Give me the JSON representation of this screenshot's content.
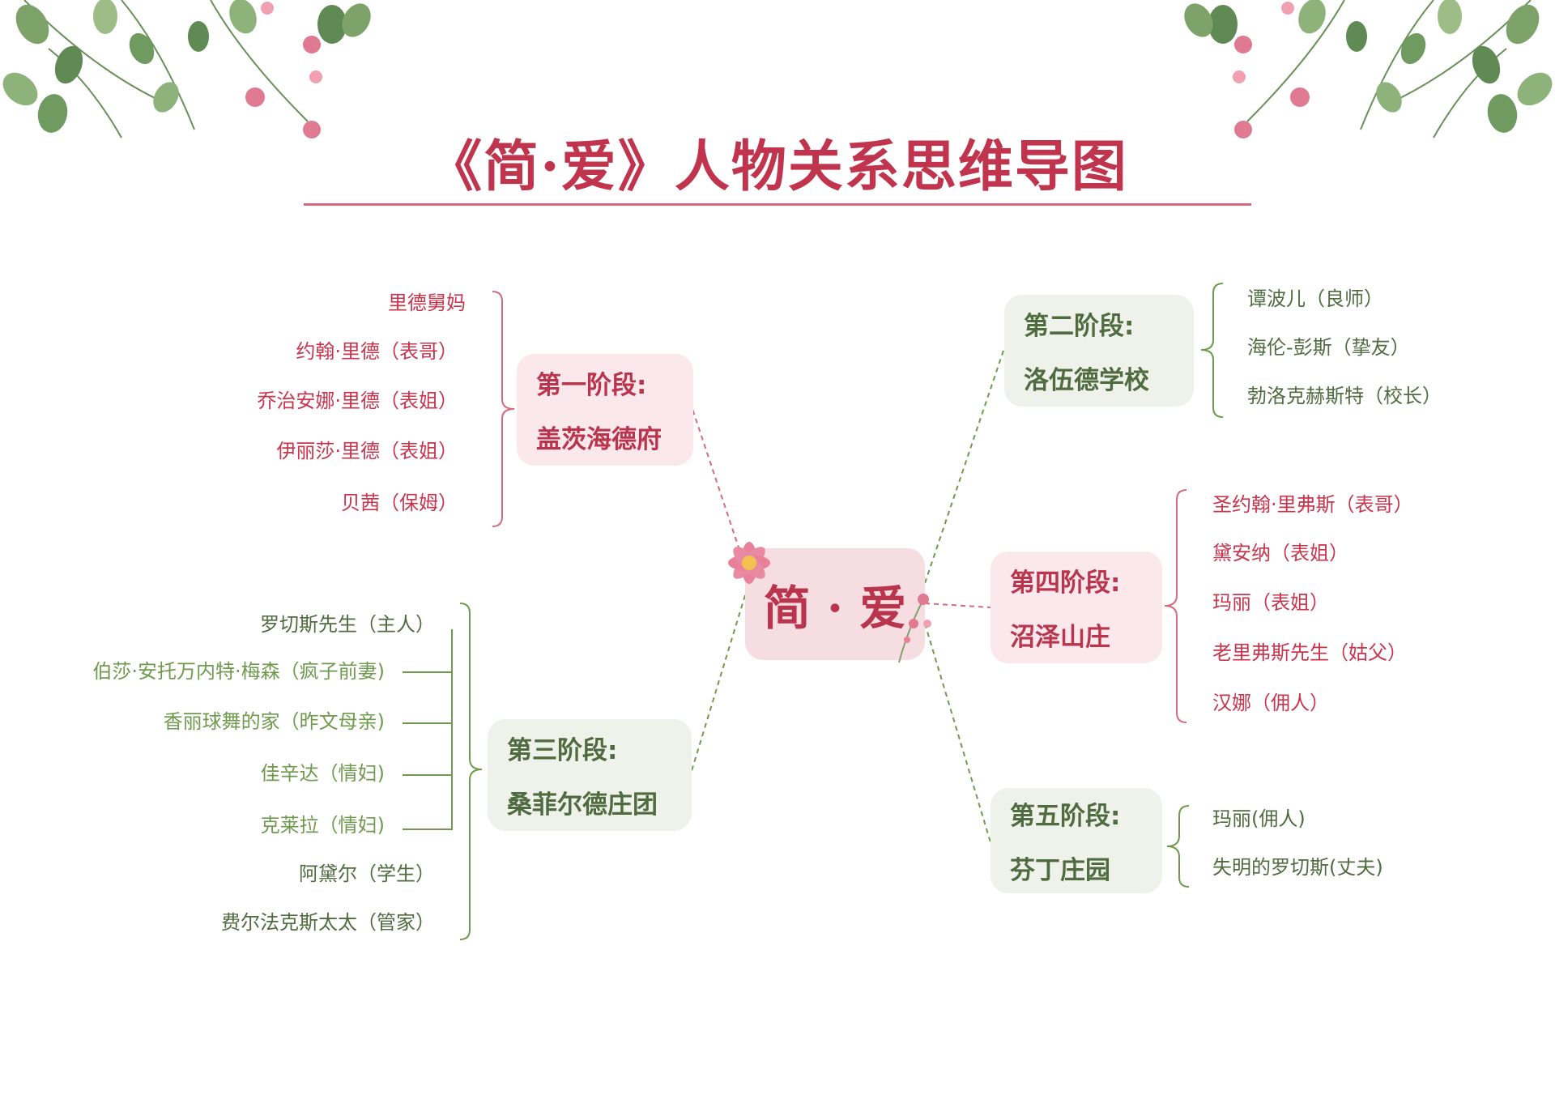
{
  "title": "《简·爱》人物关系思维导图",
  "center": "简 · 爱",
  "colors": {
    "pink": "#c7354f",
    "green": "#4f6b3f",
    "light_green": "#6f9a4e",
    "pink_box": "#fbe8ec",
    "green_box": "#eef2ea"
  },
  "stages": [
    {
      "line1": "第一阶段:",
      "line2": "盖茨海德府",
      "members": [
        "里德舅妈",
        "约翰·里德（表哥）",
        "乔治安娜·里德（表姐）",
        "伊丽莎·里德（表姐）",
        "贝茜（保姆）"
      ]
    },
    {
      "line1": "第二阶段:",
      "line2": "洛伍德学校",
      "members": [
        "谭波儿（良师）",
        "海伦-彭斯（挚友）",
        "勃洛克赫斯特（校长）"
      ]
    },
    {
      "line1": "第三阶段:",
      "line2": "桑菲尔德庄团",
      "members": [
        "罗切斯先生（主人）",
        "阿黛尔（学生）",
        "费尔法克斯太太（管家）"
      ],
      "sub_members": [
        "伯莎·安托万内特·梅森（疯子前妻)",
        "香丽球舞的家（昨文母亲)",
        "佳辛达（情妇)",
        "克莱拉（情妇)"
      ]
    },
    {
      "line1": "第四阶段:",
      "line2": "沼泽山庄",
      "members": [
        "圣约翰·里弗斯（表哥）",
        "黛安纳（表姐）",
        "玛丽（表姐）",
        "老里弗斯先生（姑父）",
        "汉娜（佣人）"
      ]
    },
    {
      "line1": "第五阶段:",
      "line2": "芬丁庄园",
      "members": [
        "玛丽(佣人)",
        "失明的罗切斯(丈夫)"
      ]
    }
  ]
}
